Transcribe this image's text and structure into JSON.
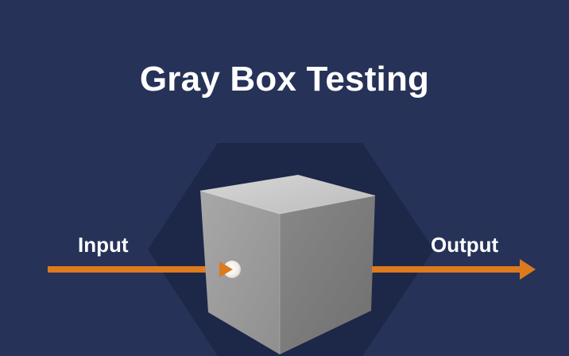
{
  "title": "Gray Box Testing",
  "labels": {
    "input": "Input",
    "output": "Output"
  },
  "colors": {
    "background": "#263257",
    "hexagon": "#1d2747",
    "arrow": "#dd7a1e",
    "cube_front": "#9b9b9b",
    "cube_top": "#c9c9c9",
    "cube_side": "#7a7a7a",
    "port": "#f2f0ea"
  },
  "icons": {
    "box": "gray-cube-icon",
    "entry_port": "input-port-icon"
  }
}
